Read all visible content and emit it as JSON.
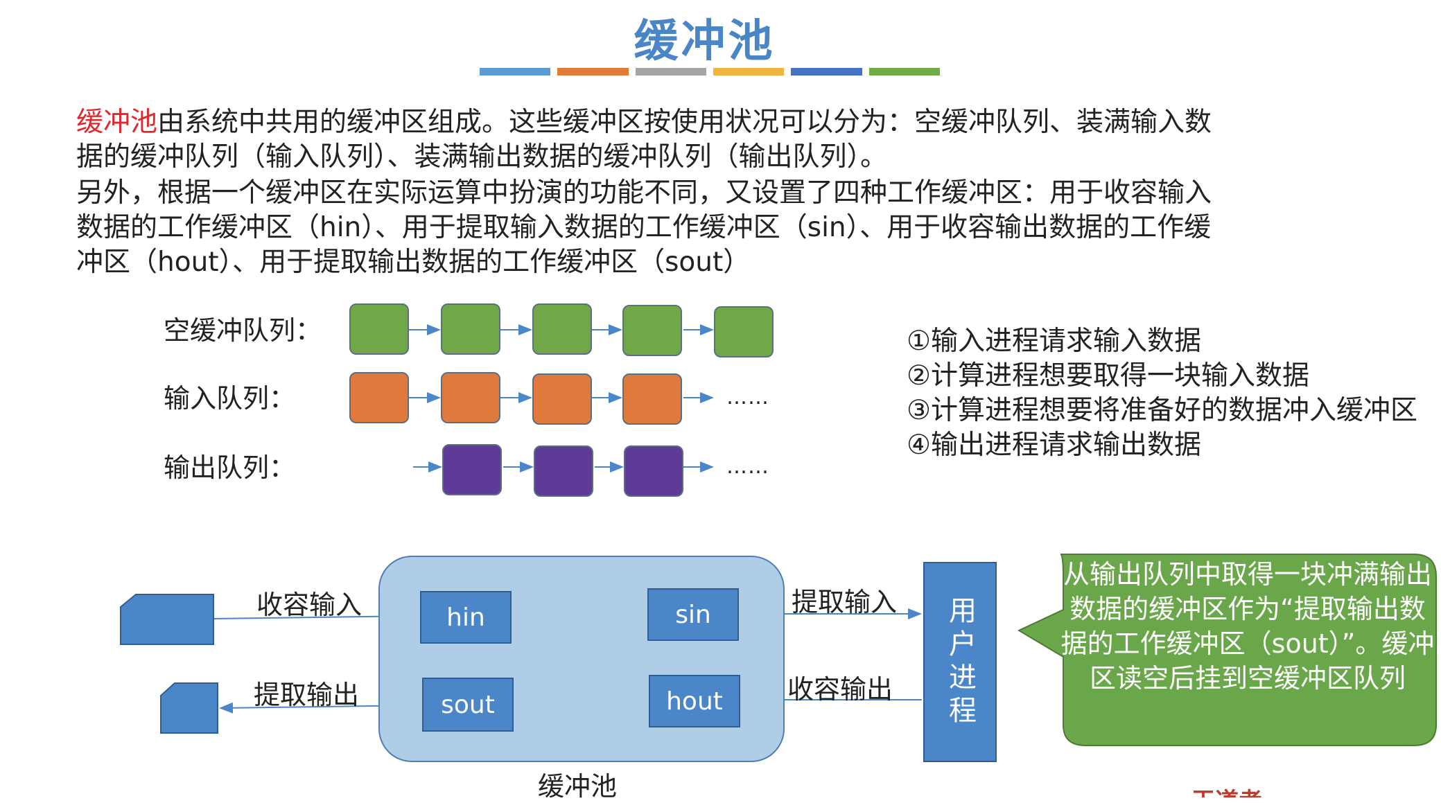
{
  "title": "缓冲池",
  "title_bar_colors": [
    "#5b9bd5",
    "#e07b39",
    "#a5a5a5",
    "#f0b63f",
    "#4472c4",
    "#70ad47"
  ],
  "paragraph1": {
    "highlight": "缓冲池",
    "line1_rest": "由系统中共用的缓冲区组成。这些缓冲区按使用状况可以分为：空缓冲队列、装满输入数",
    "line2": "据的缓冲队列（输入队列）、装满输出数据的缓冲队列（输出队列）。"
  },
  "paragraph2": {
    "line1": "另外，根据一个缓冲区在实际运算中扮演的功能不同，又设置了四种工作缓冲区：用于收容输入",
    "line2": "数据的工作缓冲区（hin）、用于提取输入数据的工作缓冲区（sin）、用于收容输出数据的工作缓",
    "line3": "冲区（hout）、用于提取输出数据的工作缓冲区（sout）"
  },
  "queues": {
    "empty_label": "空缓冲队列：",
    "input_label": "输入队列：",
    "output_label": "输出队列：",
    "ellipsis": "……",
    "empty_color": "#70a848",
    "input_color": "#e07a3c",
    "output_color": "#5f3a96"
  },
  "steps": [
    "①输入进程请求输入数据",
    "②计算进程想要取得一块输入数据",
    "③计算进程想要将准备好的数据冲入缓冲区",
    "④输出进程请求输出数据"
  ],
  "diagram": {
    "hin": "hin",
    "sin": "sin",
    "sout": "sout",
    "hout": "hout",
    "pool_label": "缓冲池",
    "process_label": "用户进程",
    "arrow_collect_input": "收容输入",
    "arrow_extract_output": "提取输出",
    "arrow_extract_input": "提取输入",
    "arrow_collect_output": "收容输出"
  },
  "callout": {
    "text": "从输出队列中取得一块冲满输出数据的缓冲区作为“提取输出数据的工作缓冲区（sout）”。缓冲区读空后挂到空缓冲区队列",
    "color": "#6aa64a"
  },
  "footer": "王道考研/CSKAOYAN.COM"
}
